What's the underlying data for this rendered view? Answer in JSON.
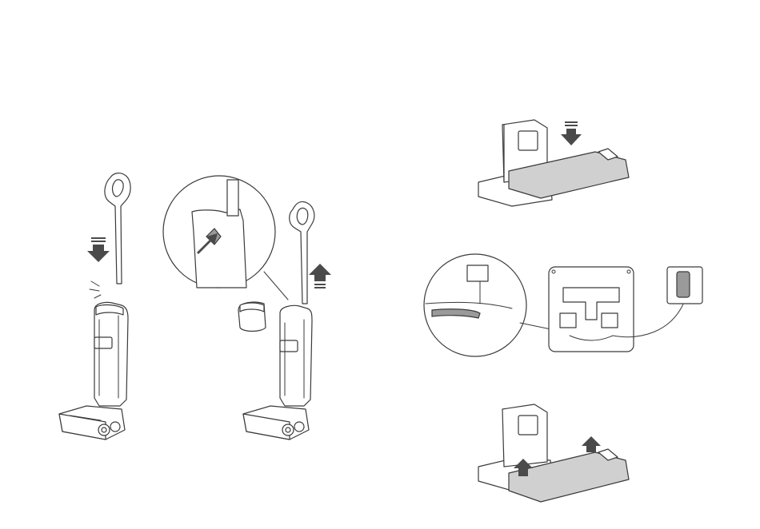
{
  "figure": {
    "panels": [
      {
        "id": "assembly",
        "description_shown": false
      },
      {
        "id": "base-mount",
        "description_shown": false
      },
      {
        "id": "cable-routing",
        "description_shown": false
      },
      {
        "id": "base-remove",
        "description_shown": false
      }
    ]
  },
  "colors": {
    "line": "#3a3a3a",
    "arrow": "#4a4a4a",
    "tray_fill": "#d0d0d0",
    "background": "#ffffff"
  },
  "icons": [
    "down-arrow-icon",
    "up-arrow-icon",
    "click-mark-icon",
    "wall-outlet-icon"
  ]
}
